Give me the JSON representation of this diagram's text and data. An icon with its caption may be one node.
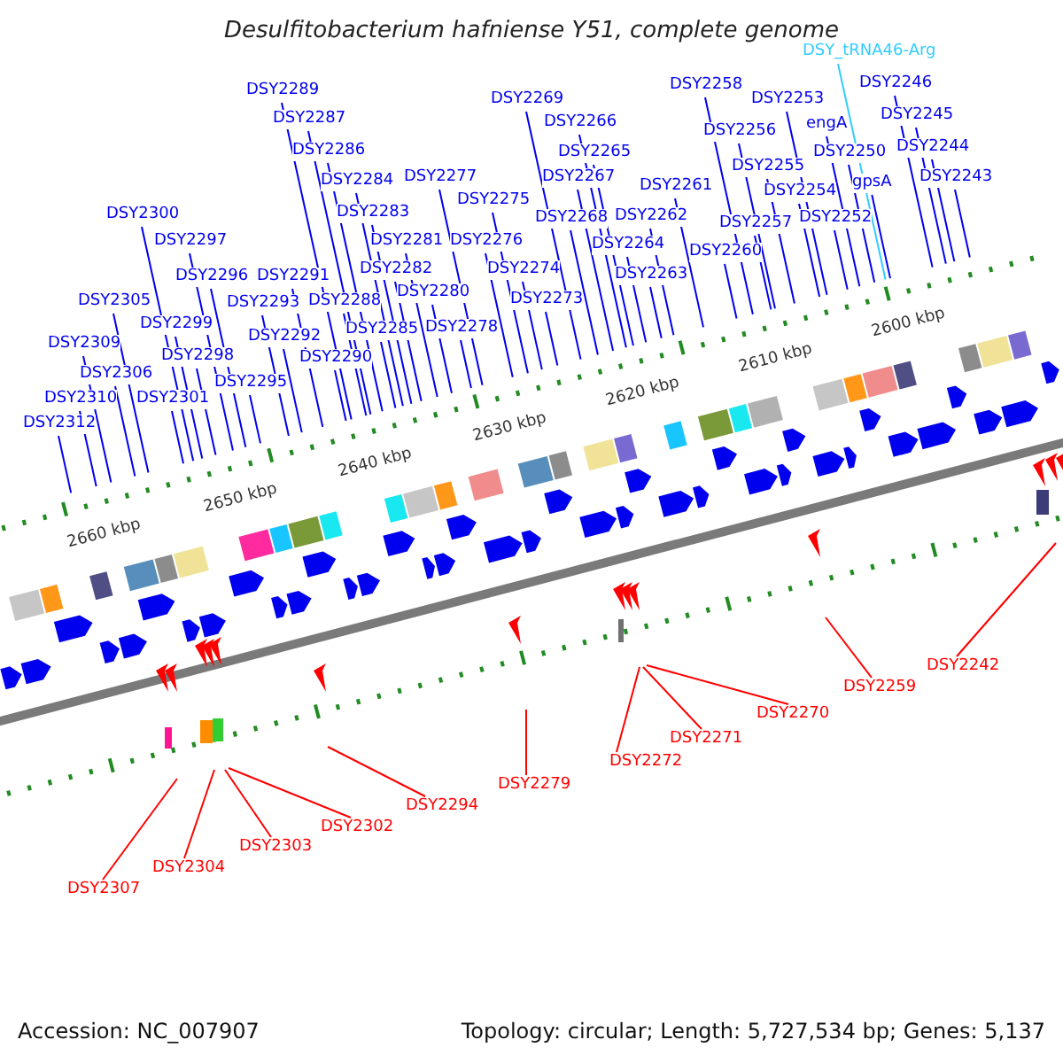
{
  "diagram": {
    "title": "Desulfitobacterium hafniense Y51, complete genome",
    "nodes": [
      {
        "text": [
          "DSY_tRNA46-Arg"
        ]
      },
      {
        "text": [
          "DSY2246"
        ]
      },
      {
        "text": [
          "DSY2258"
        ]
      },
      {
        "text": [
          "DSY2289"
        ]
      },
      {
        "text": [
          "DSY2269"
        ]
      },
      {
        "text": [
          "DSY2253"
        ]
      },
      {
        "text": [
          "DSY2245"
        ]
      },
      {
        "text": [
          "DSY2287"
        ]
      },
      {
        "text": [
          "DSY2266"
        ]
      },
      {
        "text": [
          "engA"
        ]
      },
      {
        "text": [
          "DSY2256"
        ]
      },
      {
        "text": [
          "DSY2244"
        ]
      },
      {
        "text": [
          "DSY2286"
        ]
      },
      {
        "text": [
          "DSY2265"
        ]
      },
      {
        "text": [
          "DSY2250"
        ]
      },
      {
        "text": [
          "DSY2255"
        ]
      },
      {
        "text": [
          "DSY2277"
        ]
      },
      {
        "text": [
          "DSY2284"
        ]
      },
      {
        "text": [
          "DSY2267"
        ]
      },
      {
        "text": [
          "DSY2243"
        ]
      },
      {
        "text": [
          "gpsA"
        ]
      },
      {
        "text": [
          "DSY2261"
        ]
      },
      {
        "text": [
          "DSY2254"
        ]
      },
      {
        "text": [
          "DSY2275"
        ]
      },
      {
        "text": [
          "DSY2300"
        ]
      },
      {
        "text": [
          "DSY2283"
        ]
      },
      {
        "text": [
          "DSY2268"
        ]
      },
      {
        "text": [
          "DSY2262"
        ]
      },
      {
        "text": [
          "DSY2257"
        ]
      },
      {
        "text": [
          "DSY2252"
        ]
      },
      {
        "text": [
          "DSY2297"
        ]
      },
      {
        "text": [
          "DSY2281"
        ]
      },
      {
        "text": [
          "DSY2276"
        ]
      },
      {
        "text": [
          "DSY2264"
        ]
      },
      {
        "text": [
          "DSY2260"
        ]
      },
      {
        "text": [
          "DSY2282"
        ]
      },
      {
        "text": [
          "DSY2296"
        ]
      },
      {
        "text": [
          "DSY2291"
        ]
      },
      {
        "text": [
          "DSY2274"
        ]
      },
      {
        "text": [
          "DSY2263"
        ]
      },
      {
        "text": [
          "DSY2280"
        ]
      },
      {
        "text": [
          "DSY2305"
        ]
      },
      {
        "text": [
          "DSY2293"
        ]
      },
      {
        "text": [
          "DSY2288"
        ]
      },
      {
        "text": [
          "DSY2273"
        ]
      },
      {
        "text": [
          "DSY2299"
        ]
      },
      {
        "text": [
          "DSY2285"
        ]
      },
      {
        "text": [
          "DSY2278"
        ]
      },
      {
        "text": [
          "DSY2309"
        ]
      },
      {
        "text": [
          "DSY2292"
        ]
      },
      {
        "text": [
          "DSY2298"
        ]
      },
      {
        "text": [
          "DSY2290"
        ]
      },
      {
        "text": [
          "DSY2306"
        ]
      },
      {
        "text": [
          "DSY2295"
        ]
      },
      {
        "text": [
          "DSY2310"
        ]
      },
      {
        "text": [
          "DSY2301"
        ]
      },
      {
        "text": [
          "DSY2312"
        ]
      },
      {
        "text": [
          "DSY2242"
        ]
      },
      {
        "text": [
          "DSY2259"
        ]
      },
      {
        "text": [
          "DSY2270"
        ]
      },
      {
        "text": [
          "DSY2271"
        ]
      },
      {
        "text": [
          "DSY2272"
        ]
      },
      {
        "text": [
          "DSY2279"
        ]
      },
      {
        "text": [
          "DSY2294"
        ]
      },
      {
        "text": [
          "DSY2302"
        ]
      },
      {
        "text": [
          "DSY2303"
        ]
      },
      {
        "text": [
          "DSY2304"
        ]
      },
      {
        "text": [
          "DSY2307"
        ]
      }
    ],
    "edges": [
      {
        "from": 0,
        "to": null,
        "arrow": "none",
        "color": "#33ccff"
      },
      {
        "from": 1,
        "to": null,
        "arrow": "none"
      },
      {
        "from": 2,
        "to": null,
        "arrow": "none"
      },
      {
        "from": 3,
        "to": null,
        "arrow": "none"
      },
      {
        "from": 4,
        "to": null,
        "arrow": "none"
      },
      {
        "from": 5,
        "to": null,
        "arrow": "none"
      },
      {
        "from": 6,
        "to": null,
        "arrow": "none"
      },
      {
        "from": 7,
        "to": null,
        "arrow": "none"
      },
      {
        "from": 8,
        "to": null,
        "arrow": "none"
      },
      {
        "from": 9,
        "to": null,
        "arrow": "none"
      },
      {
        "from": 10,
        "to": null,
        "arrow": "none"
      },
      {
        "from": 11,
        "to": null,
        "arrow": "none"
      },
      {
        "from": 12,
        "to": null,
        "arrow": "none"
      },
      {
        "from": 13,
        "to": null,
        "arrow": "none"
      },
      {
        "from": 14,
        "to": null,
        "arrow": "none"
      },
      {
        "from": 15,
        "to": null,
        "arrow": "none"
      },
      {
        "from": 16,
        "to": null,
        "arrow": "none"
      },
      {
        "from": 17,
        "to": null,
        "arrow": "none"
      },
      {
        "from": 18,
        "to": null,
        "arrow": "none"
      },
      {
        "from": 19,
        "to": null,
        "arrow": "none"
      },
      {
        "from": 20,
        "to": null,
        "arrow": "none"
      },
      {
        "from": 21,
        "to": null,
        "arrow": "none"
      },
      {
        "from": 22,
        "to": null,
        "arrow": "none"
      },
      {
        "from": 23,
        "to": null,
        "arrow": "none"
      },
      {
        "from": 24,
        "to": null,
        "arrow": "none"
      },
      {
        "from": 25,
        "to": null,
        "arrow": "none"
      },
      {
        "from": 26,
        "to": null,
        "arrow": "none"
      },
      {
        "from": 27,
        "to": null,
        "arrow": "none"
      },
      {
        "from": 28,
        "to": null,
        "arrow": "none"
      },
      {
        "from": 29,
        "to": null,
        "arrow": "none"
      },
      {
        "from": 30,
        "to": null,
        "arrow": "none"
      },
      {
        "from": 31,
        "to": null,
        "arrow": "none"
      },
      {
        "from": 32,
        "to": null,
        "arrow": "none"
      },
      {
        "from": 33,
        "to": null,
        "arrow": "none"
      },
      {
        "from": 34,
        "to": null,
        "arrow": "none"
      },
      {
        "from": 35,
        "to": null,
        "arrow": "none"
      },
      {
        "from": 36,
        "to": null,
        "arrow": "none"
      },
      {
        "from": 37,
        "to": null,
        "arrow": "none"
      },
      {
        "from": 38,
        "to": null,
        "arrow": "none"
      },
      {
        "from": 39,
        "to": null,
        "arrow": "none"
      },
      {
        "from": 40,
        "to": null,
        "arrow": "none"
      },
      {
        "from": 41,
        "to": null,
        "arrow": "none"
      },
      {
        "from": 42,
        "to": null,
        "arrow": "none"
      },
      {
        "from": 43,
        "to": null,
        "arrow": "none"
      },
      {
        "from": 44,
        "to": null,
        "arrow": "none"
      },
      {
        "from": 45,
        "to": null,
        "arrow": "none"
      },
      {
        "from": 46,
        "to": null,
        "arrow": "none"
      },
      {
        "from": 47,
        "to": null,
        "arrow": "none"
      },
      {
        "from": 48,
        "to": null,
        "arrow": "none"
      },
      {
        "from": 49,
        "to": null,
        "arrow": "none"
      },
      {
        "from": 50,
        "to": null,
        "arrow": "none"
      },
      {
        "from": 51,
        "to": null,
        "arrow": "none"
      },
      {
        "from": 52,
        "to": null,
        "arrow": "none"
      },
      {
        "from": 53,
        "to": null,
        "arrow": "none"
      },
      {
        "from": 54,
        "to": null,
        "arrow": "none"
      },
      {
        "from": 55,
        "to": null,
        "arrow": "none"
      },
      {
        "from": 56,
        "to": null,
        "arrow": "none"
      },
      {
        "from": 57,
        "to": null,
        "arrow": "none",
        "color": "#ff0000"
      },
      {
        "from": 58,
        "to": null,
        "arrow": "none",
        "color": "#ff0000"
      },
      {
        "from": 59,
        "to": null,
        "arrow": "none",
        "color": "#ff0000"
      },
      {
        "from": 60,
        "to": null,
        "arrow": "none",
        "color": "#ff0000"
      },
      {
        "from": 61,
        "to": null,
        "arrow": "none",
        "color": "#ff0000"
      },
      {
        "from": 62,
        "to": null,
        "arrow": "none",
        "color": "#ff0000"
      },
      {
        "from": 63,
        "to": null,
        "arrow": "none",
        "color": "#ff0000"
      },
      {
        "from": 64,
        "to": null,
        "arrow": "none",
        "color": "#ff0000"
      },
      {
        "from": 65,
        "to": null,
        "arrow": "none",
        "color": "#ff0000"
      },
      {
        "from": 66,
        "to": null,
        "arrow": "none",
        "color": "#ff0000"
      },
      {
        "from": 67,
        "to": null,
        "arrow": "none",
        "color": "#ff0000"
      }
    ],
    "labels": [
      "2600 kbp",
      "2610 kbp",
      "2620 kbp",
      "2630 kbp",
      "2640 kbp",
      "2650 kbp",
      "2660 kbp",
      "Accession: NC_007907",
      "Topology: circular; Length: 5,727,534 bp; Genes: 5,137"
    ]
  }
}
